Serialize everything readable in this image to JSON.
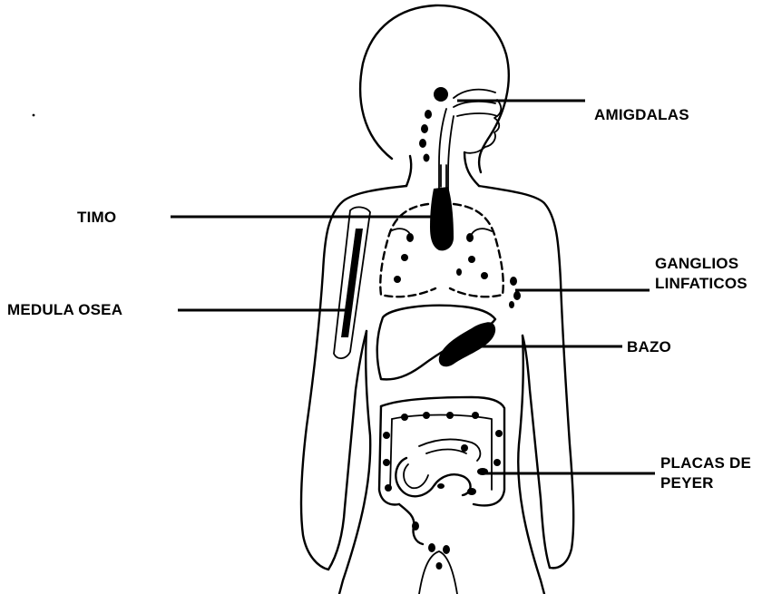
{
  "labels": {
    "amigdalas": "AMIGDALAS",
    "timo": "TIMO",
    "medula_osea": "MEDULA OSEA",
    "ganglios_linfaticos": [
      "GANGLIOS",
      "LINFATICOS"
    ],
    "bazo": "BAZO",
    "placas_de_peyer": [
      "PLACAS DE",
      "PEYER"
    ]
  }
}
